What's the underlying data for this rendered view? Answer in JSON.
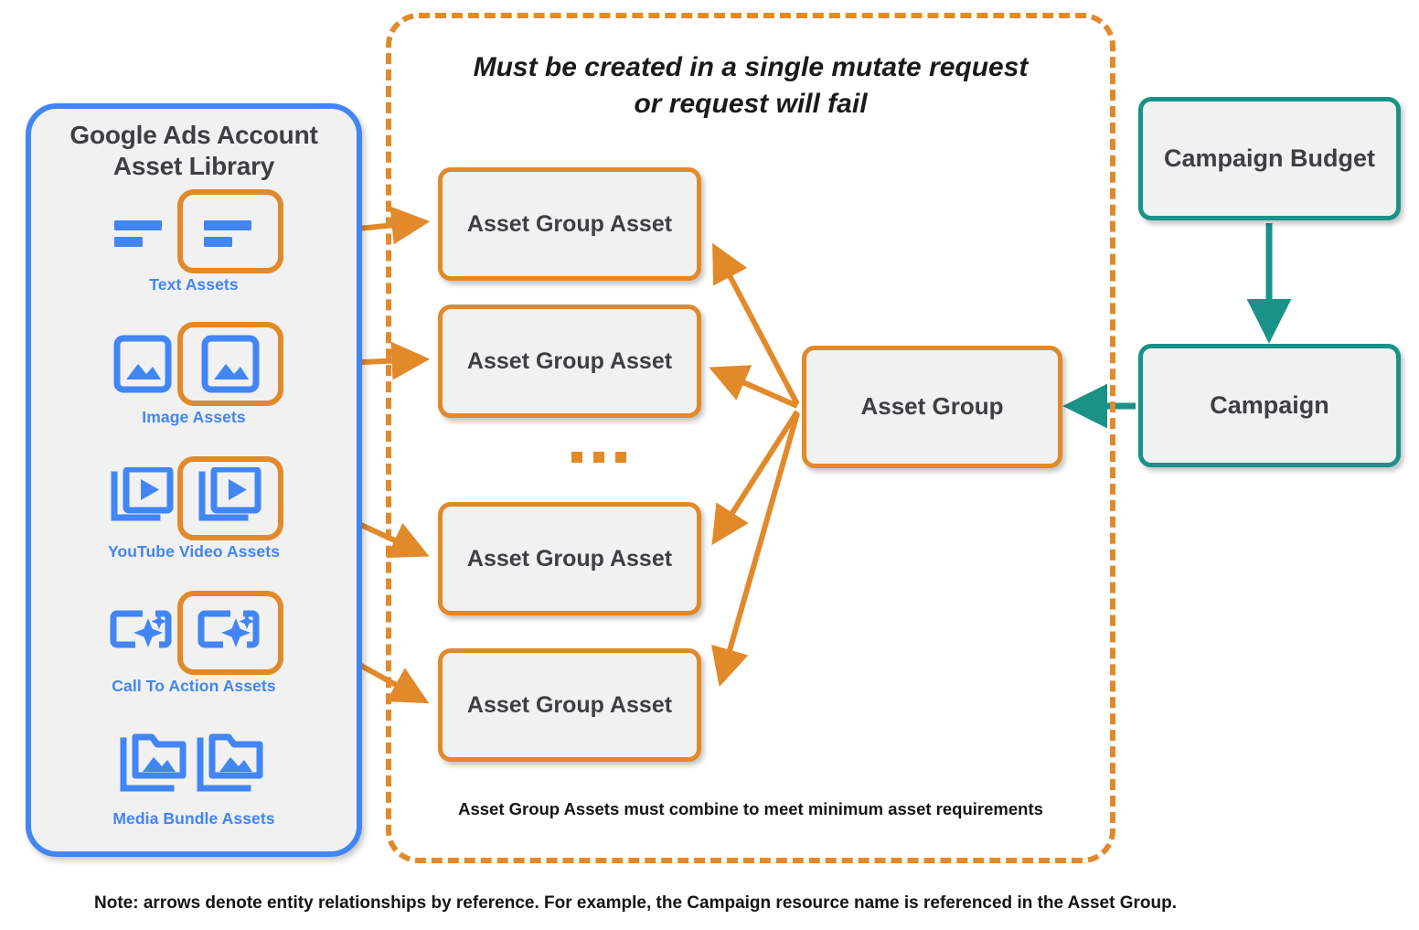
{
  "diagram": {
    "library": {
      "title": "Google Ads Account\nAsset Library",
      "title_line1": "Google Ads Account",
      "title_line2": "Asset Library",
      "border_color": "#4285f4",
      "items": [
        {
          "label": "Text Assets",
          "icon": "text-asset-icon"
        },
        {
          "label": "Image Assets",
          "icon": "image-asset-icon"
        },
        {
          "label": "YouTube Video  Assets",
          "icon": "youtube-video-asset-icon"
        },
        {
          "label": "Call To Action Assets",
          "icon": "call-to-action-asset-icon"
        },
        {
          "label": "Media Bundle  Assets",
          "icon": "media-bundle-asset-icon"
        }
      ]
    },
    "mutate_group": {
      "heading_line1": "Must be created in a single mutate request",
      "heading_line2": "or request will fail",
      "footnote": "Asset Group Assets must combine to meet minimum asset requirements",
      "border_color": "#e2892a",
      "asset_group_assets": [
        {
          "label": "Asset Group Asset"
        },
        {
          "label": "Asset Group Asset"
        },
        {
          "label": "Asset Group Asset"
        },
        {
          "label": "Asset Group Asset"
        }
      ],
      "ellipsis": "..."
    },
    "asset_group": {
      "label": "Asset Group",
      "border_color": "#e2892a"
    },
    "campaign_budget": {
      "label": "Campaign Budget",
      "border_color": "#199287"
    },
    "campaign": {
      "label": "Campaign",
      "border_color": "#199287"
    },
    "footer_note": "Note: arrows denote entity relationships by reference. For example, the Campaign resource name is referenced in the Asset Group.",
    "colors": {
      "orange": "#e2892a",
      "blue": "#4285f4",
      "teal": "#199287",
      "node_fill": "#f1f1f1",
      "text_dark": "#3c4043"
    }
  }
}
